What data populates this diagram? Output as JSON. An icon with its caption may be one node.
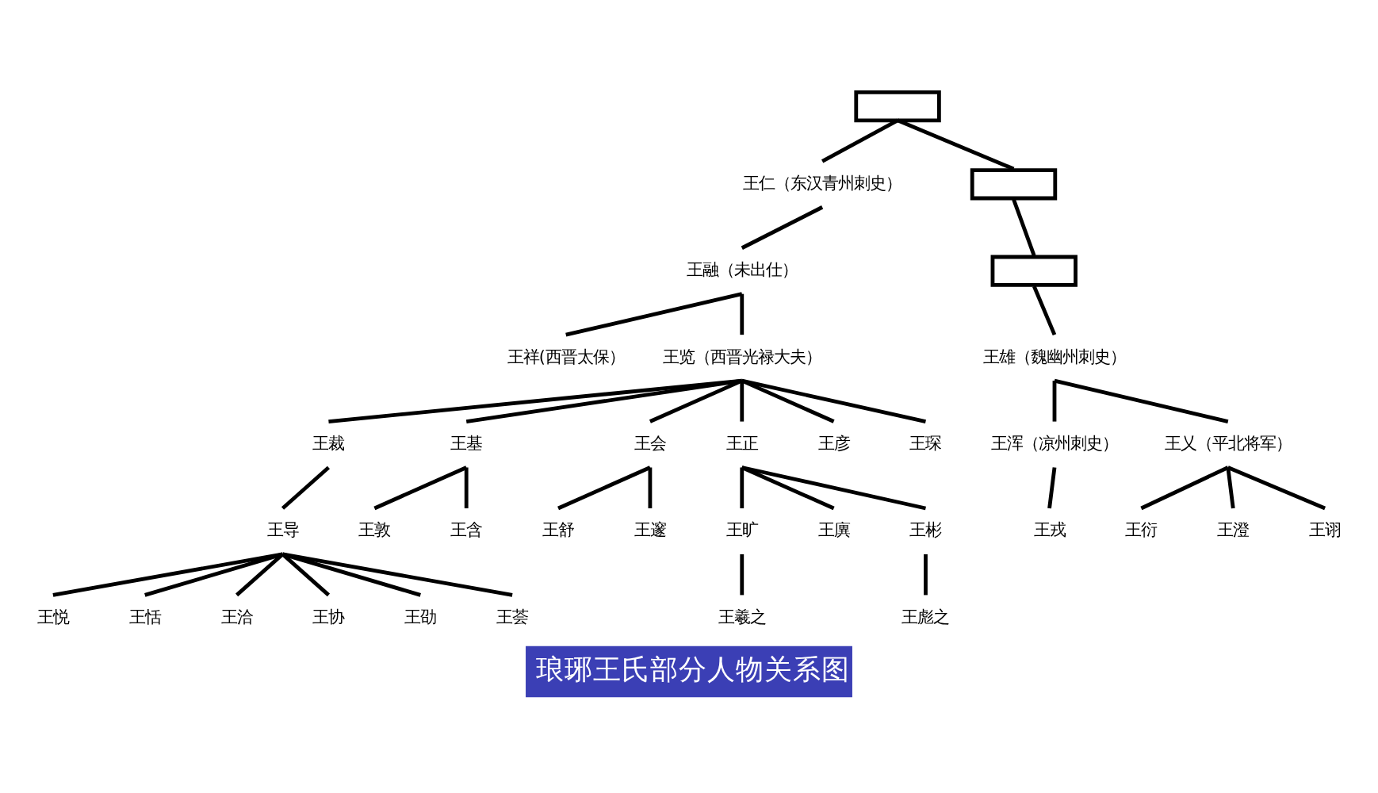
{
  "diagram": {
    "title": "琅琊王氏部分人物关系图",
    "nodes": [
      {
        "text": [],
        "shape": "box"
      },
      {
        "text": [
          "王仁（东汉青州刺史）"
        ]
      },
      {
        "text": [],
        "shape": "box"
      },
      {
        "text": [
          "王融（未出仕）"
        ]
      },
      {
        "text": [],
        "shape": "box"
      },
      {
        "text": [
          "王祥(西晋太保）"
        ]
      },
      {
        "text": [
          "王览（西晋光禄大夫）"
        ]
      },
      {
        "text": [
          "王雄（魏幽州刺史）"
        ]
      },
      {
        "text": [
          "王裁"
        ]
      },
      {
        "text": [
          "王基"
        ]
      },
      {
        "text": [
          "王会"
        ]
      },
      {
        "text": [
          "王正"
        ]
      },
      {
        "text": [
          "王彦"
        ]
      },
      {
        "text": [
          "王琛"
        ]
      },
      {
        "text": [
          "王浑（凉州刺史）"
        ]
      },
      {
        "text": [
          "王乂（平北将军）"
        ]
      },
      {
        "text": [
          "王导"
        ]
      },
      {
        "text": [
          "王敦"
        ]
      },
      {
        "text": [
          "王含"
        ]
      },
      {
        "text": [
          "王舒"
        ]
      },
      {
        "text": [
          "王邃"
        ]
      },
      {
        "text": [
          "王旷"
        ]
      },
      {
        "text": [
          "王廙"
        ]
      },
      {
        "text": [
          "王彬"
        ]
      },
      {
        "text": [
          "王戎"
        ]
      },
      {
        "text": [
          "王衍"
        ]
      },
      {
        "text": [
          "王澄"
        ]
      },
      {
        "text": [
          "王诩"
        ]
      },
      {
        "text": [
          "王悦"
        ]
      },
      {
        "text": [
          "王恬"
        ]
      },
      {
        "text": [
          "王洽"
        ]
      },
      {
        "text": [
          "王协"
        ]
      },
      {
        "text": [
          "王劭"
        ]
      },
      {
        "text": [
          "王荟"
        ]
      },
      {
        "text": [
          "王羲之"
        ]
      },
      {
        "text": [
          "王彪之"
        ]
      }
    ],
    "edges": [
      {
        "from": 0,
        "to": 1,
        "arrow": "none"
      },
      {
        "from": 0,
        "to": 2,
        "arrow": "none"
      },
      {
        "from": 1,
        "to": 3,
        "arrow": "none"
      },
      {
        "from": 2,
        "to": 4,
        "arrow": "none"
      },
      {
        "from": 3,
        "to": 5,
        "arrow": "none"
      },
      {
        "from": 3,
        "to": 6,
        "arrow": "none"
      },
      {
        "from": 4,
        "to": 7,
        "arrow": "none"
      },
      {
        "from": 6,
        "to": 8,
        "arrow": "none"
      },
      {
        "from": 6,
        "to": 9,
        "arrow": "none"
      },
      {
        "from": 6,
        "to": 10,
        "arrow": "none"
      },
      {
        "from": 6,
        "to": 11,
        "arrow": "none"
      },
      {
        "from": 6,
        "to": 12,
        "arrow": "none"
      },
      {
        "from": 6,
        "to": 13,
        "arrow": "none"
      },
      {
        "from": 7,
        "to": 14,
        "arrow": "none"
      },
      {
        "from": 7,
        "to": 15,
        "arrow": "none"
      },
      {
        "from": 8,
        "to": 16,
        "arrow": "none"
      },
      {
        "from": 9,
        "to": 17,
        "arrow": "none"
      },
      {
        "from": 9,
        "to": 18,
        "arrow": "none"
      },
      {
        "from": 10,
        "to": 19,
        "arrow": "none"
      },
      {
        "from": 10,
        "to": 20,
        "arrow": "none"
      },
      {
        "from": 11,
        "to": 21,
        "arrow": "none"
      },
      {
        "from": 11,
        "to": 22,
        "arrow": "none"
      },
      {
        "from": 11,
        "to": 23,
        "arrow": "none"
      },
      {
        "from": 14,
        "to": 24,
        "arrow": "none"
      },
      {
        "from": 15,
        "to": 25,
        "arrow": "none"
      },
      {
        "from": 15,
        "to": 26,
        "arrow": "none"
      },
      {
        "from": 15,
        "to": 27,
        "arrow": "none"
      },
      {
        "from": 16,
        "to": 28,
        "arrow": "none"
      },
      {
        "from": 16,
        "to": 29,
        "arrow": "none"
      },
      {
        "from": 16,
        "to": 30,
        "arrow": "none"
      },
      {
        "from": 16,
        "to": 31,
        "arrow": "none"
      },
      {
        "from": 16,
        "to": 32,
        "arrow": "none"
      },
      {
        "from": 16,
        "to": 33,
        "arrow": "none"
      },
      {
        "from": 21,
        "to": 34,
        "arrow": "none"
      },
      {
        "from": 23,
        "to": 35,
        "arrow": "none"
      }
    ]
  }
}
